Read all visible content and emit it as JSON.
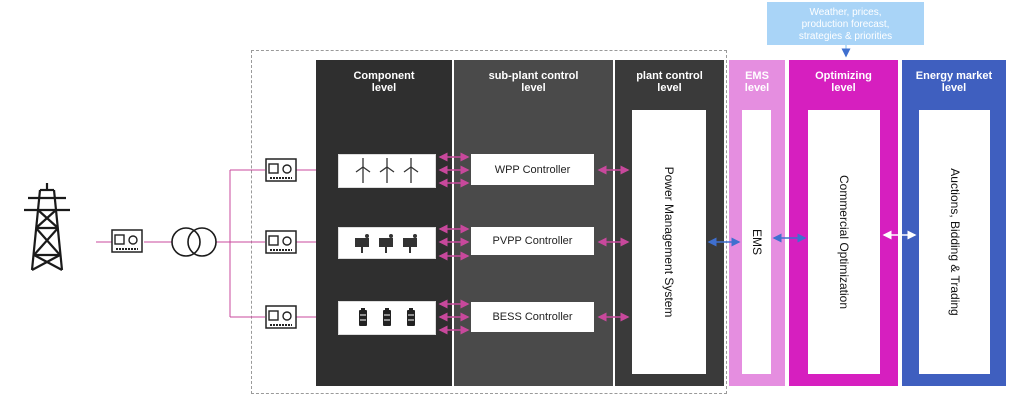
{
  "info_box": {
    "text_lines": [
      "Weather, prices,",
      "production forecast,",
      "strategies & priorities"
    ]
  },
  "columns": {
    "component": {
      "lines": [
        "Component",
        "level"
      ]
    },
    "subplant": {
      "lines": [
        "sub-plant control",
        "level"
      ]
    },
    "plant": {
      "lines": [
        "plant control",
        "level"
      ]
    },
    "ems": {
      "lines": [
        "EMS",
        "level"
      ]
    },
    "optimizing": {
      "lines": [
        "Optimizing",
        "level"
      ]
    },
    "market": {
      "lines": [
        "Energy market",
        "level"
      ]
    }
  },
  "controllers": {
    "wpp": "WPP Controller",
    "pvpp": "PVPP Controller",
    "bess": "BESS Controller"
  },
  "vertical_boxes": {
    "pms": "Power Management System",
    "ems": "EMS",
    "optimization": "Commercial Optimization",
    "market": "Auctions, Bidding & Trading"
  },
  "icons": {
    "tower": "transmission-tower-icon",
    "meter": "power-meter-icon",
    "transformer": "transformer-icon",
    "wind": "wind-turbine-icon",
    "solar": "solar-panel-icon",
    "battery": "battery-icon"
  },
  "colors": {
    "component_bg": "#2f2f2f",
    "subplant_bg": "#4a4a4a",
    "plant_bg": "#3a3a3a",
    "ems_bg": "#e58ee0",
    "optimizing_bg": "#d61fbf",
    "market_bg": "#3f5fbf",
    "info_bg": "#a9d4f7",
    "arrow_magenta": "#c8489c",
    "arrow_blue": "#3f6fcf"
  }
}
